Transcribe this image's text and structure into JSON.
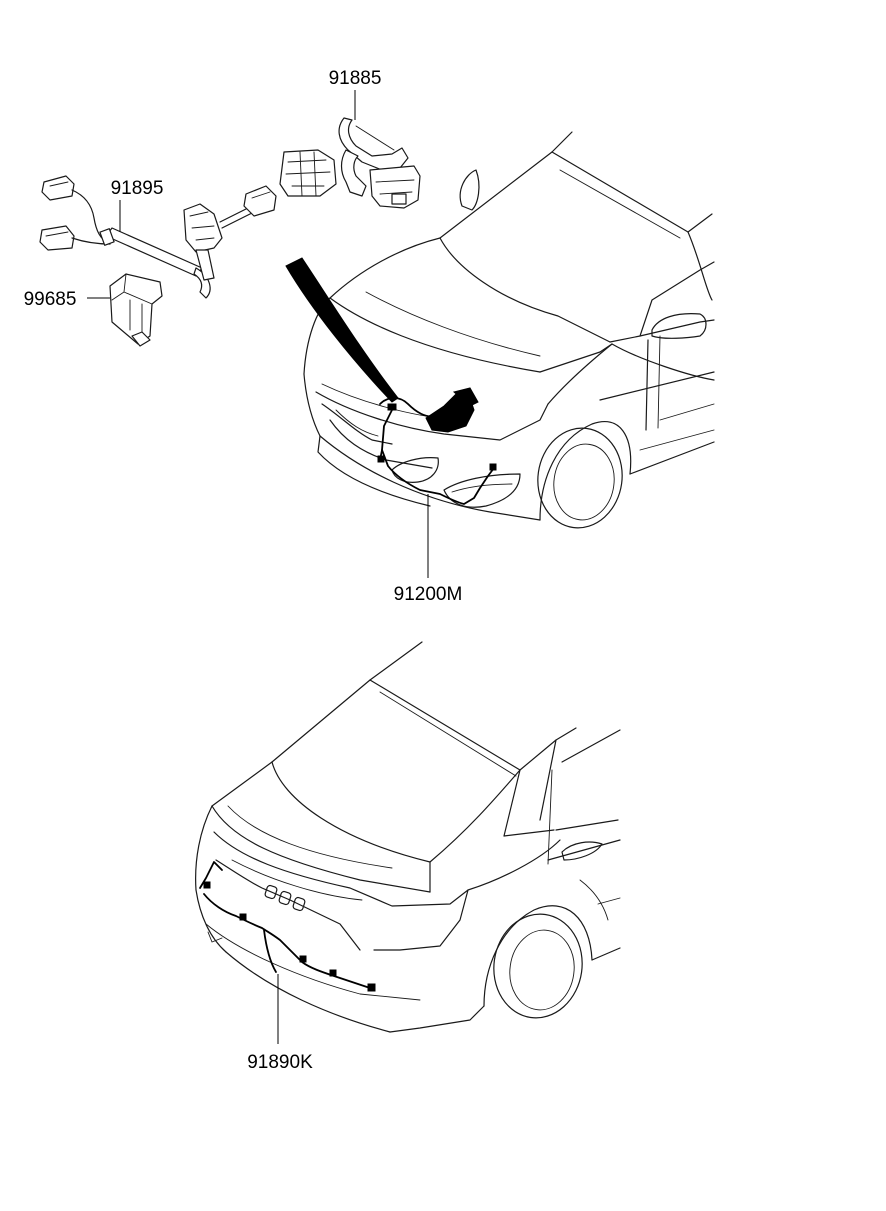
{
  "parts": {
    "p91885": {
      "label": "91885"
    },
    "p91895": {
      "label": "91895"
    },
    "p99685": {
      "label": "99685"
    },
    "p91200M": {
      "label": "91200M"
    },
    "p91890K": {
      "label": "91890K"
    }
  }
}
